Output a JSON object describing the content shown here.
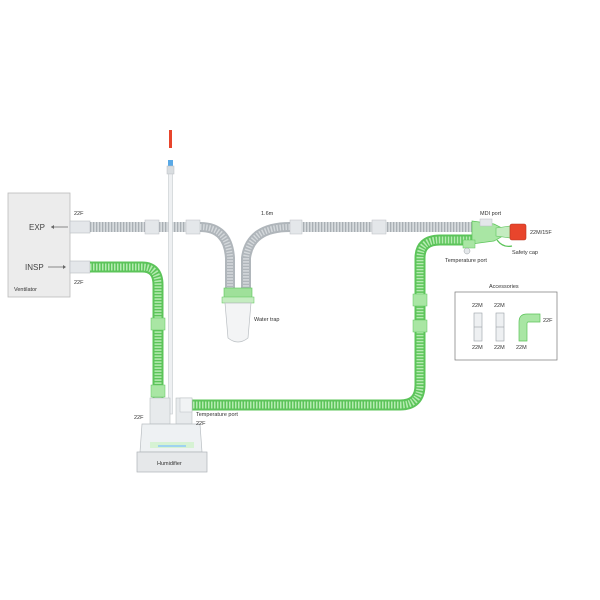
{
  "colors": {
    "grey_tube": "#cfd3d6",
    "grey_tube_rib": "#aab0b5",
    "green_tube": "#9fe09a",
    "green_tube_rib": "#5cc45a",
    "ventilator_fill": "#ececec",
    "red_cap": "#e8452c",
    "accessories_border": "#777777"
  },
  "ventilator": {
    "exp_label": "EXP",
    "insp_label": "INSP",
    "name": "Ventilator"
  },
  "labels": {
    "port_22f_exp": "22F",
    "port_22f_insp": "22F",
    "length_top": "1.6m",
    "mdi_port": "MDI port",
    "end_connector": "22M/15F",
    "safety_cap": "Safety cap",
    "temperature_port_right": "Temperature port",
    "water_trap": "Water trap",
    "port_22f_humidifier_left": "22F",
    "temperature_port_bottom": "Temperature port",
    "port_22f_humidifier_right": "22F",
    "humidifier": "Humidifier"
  },
  "accessories": {
    "title": "Accessories",
    "item1_top": "22M",
    "item1_bottom": "22M",
    "item2_top": "22M",
    "item2_bottom": "22M",
    "item3_side": "22F",
    "item3_bottom": "22M"
  }
}
